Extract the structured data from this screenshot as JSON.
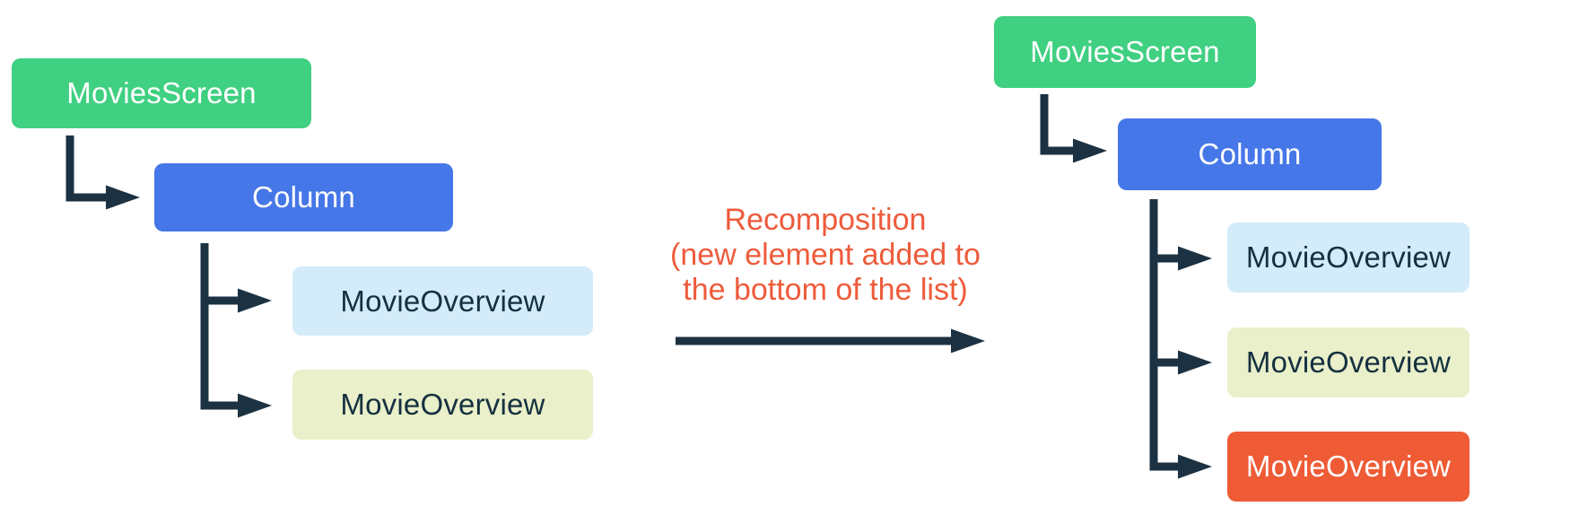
{
  "palette": {
    "green": "#40D081",
    "blue": "#4677E8",
    "light_blue": "#D4EBFA",
    "light_yellow": "#E9F0CA",
    "orange": "#EE5B35",
    "caption": "#EE5B3B",
    "line": "#1C3242",
    "dark_text": "#15303F",
    "white_text": "#FFFFFF"
  },
  "left_tree": {
    "root": "MoviesScreen",
    "container": "Column",
    "children": [
      {
        "label": "MovieOverview",
        "variant": "light-blue"
      },
      {
        "label": "MovieOverview",
        "variant": "light-yellow"
      }
    ]
  },
  "center": {
    "caption_lines": [
      "Recomposition",
      "(new element added to",
      "the bottom of the list)"
    ]
  },
  "right_tree": {
    "root": "MoviesScreen",
    "container": "Column",
    "children": [
      {
        "label": "MovieOverview",
        "variant": "light-blue"
      },
      {
        "label": "MovieOverview",
        "variant": "light-yellow"
      },
      {
        "label": "MovieOverview",
        "variant": "orange",
        "highlight": true
      }
    ]
  }
}
